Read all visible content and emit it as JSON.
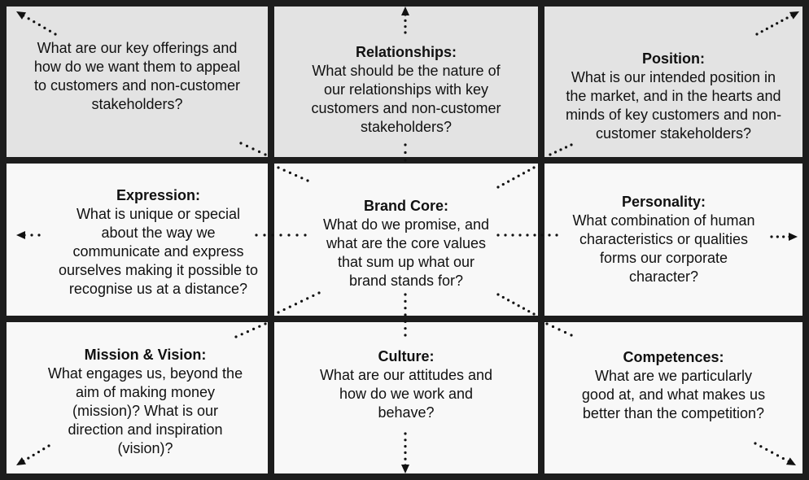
{
  "colors": {
    "frame": "#1d1d1d",
    "shaded_cell": "#e3e3e3",
    "plain_cell": "#f8f8f8",
    "arrow": "#111111"
  },
  "cells": {
    "offerings": {
      "title": "",
      "question": "What are our key offerings and how do we want them to appeal to customers and non-customer stakeholders?"
    },
    "relationships": {
      "title": "Relationships:",
      "question": "What should be the nature of our relationships with key customers and non-customer stakeholders?"
    },
    "position": {
      "title": "Position:",
      "question": "What is our intended position in the market, and in the hearts and minds of key customers and non-customer stakeholders?"
    },
    "expression": {
      "title": "Expression:",
      "question": "What is unique or special about the way we communicate and express ourselves making it possible to recognise us at a distance?"
    },
    "brand_core": {
      "title": "Brand Core:",
      "question": "What do we promise, and what are the core values that sum up what our brand stands for?"
    },
    "personality": {
      "title": "Personality:",
      "question": "What combination of human characteristics or qualities forms our corporate character?"
    },
    "mission_vision": {
      "title": "Mission & Vision:",
      "question": "What engages us, beyond the aim of making money (mission)? What is our direction and inspiration (vision)?"
    },
    "culture": {
      "title": "Culture:",
      "question": "What are our attitudes and how do we work and behave?"
    },
    "competences": {
      "title": "Competences:",
      "question": "What are we particularly good at, and what makes us better than the competition?"
    }
  }
}
